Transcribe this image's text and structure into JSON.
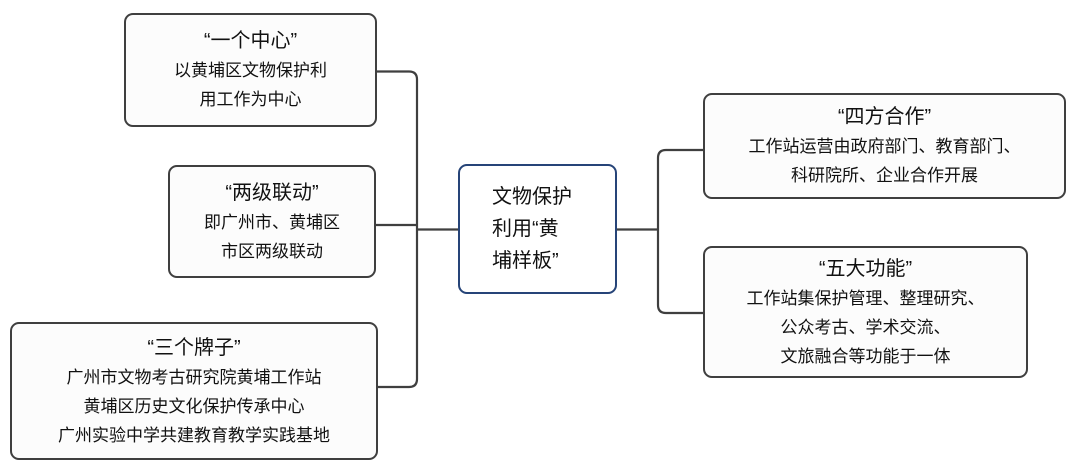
{
  "diagram": {
    "center_node": {
      "lines": [
        "文物保护",
        "利用“黄",
        "埔样板”"
      ]
    },
    "left_nodes": [
      {
        "title": "“一个中心”",
        "body": [
          "以黄埔区文物保护利",
          "用工作为中心"
        ]
      },
      {
        "title": "“两级联动”",
        "body": [
          "即广州市、黄埔区",
          "市区两级联动"
        ]
      },
      {
        "title": "“三个牌子”",
        "body": [
          "广州市文物考古研究院黄埔工作站",
          "黄埔区历史文化保护传承中心",
          "广州实验中学共建教育教学实践基地"
        ]
      }
    ],
    "right_nodes": [
      {
        "title": "“四方合作”",
        "body": [
          "工作站运营由政府部门、教育部门、",
          "科研院所、企业合作开展"
        ]
      },
      {
        "title": "“五大功能”",
        "body": [
          "工作站集保护管理、整理研究、",
          "公众考古、学术交流、",
          "文旅融合等功能于一体"
        ]
      }
    ],
    "colors": {
      "connector_line": "#3f3f3f",
      "node_border": "#3f3f3f",
      "node_fill": "#fcfcfc",
      "center_node_border": "#264478",
      "background": "#ffffff",
      "text": "#111111"
    }
  }
}
